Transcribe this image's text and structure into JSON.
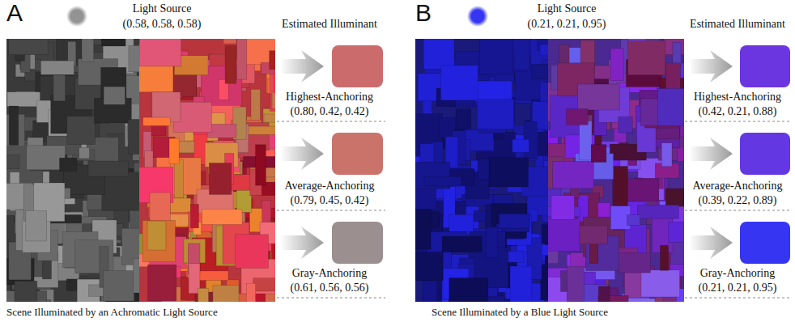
{
  "diagram": {
    "labels": [
      "A",
      "Light Source",
      "(0.58, 0.58, 0.58)",
      "Estimated Illuminant",
      "Highest-Anchoring",
      "(0.80, 0.42, 0.42)",
      "Average-Anchoring",
      "(0.79, 0.45, 0.42)",
      "Gray-Anchoring",
      "(0.61, 0.56, 0.56)",
      "Scene Illuminated by an Achromatic Light Source",
      "B",
      "Light Source",
      "(0.21, 0.21, 0.95)",
      "Estimated Illuminant",
      "Highest-Anchoring",
      "(0.42, 0.21, 0.88)",
      "Average-Anchoring",
      "(0.39, 0.22, 0.89)",
      "Gray-Anchoring",
      "(0.21, 0.21, 0.95)",
      "Scene Illuminated by a Blue Light Source"
    ]
  }
}
